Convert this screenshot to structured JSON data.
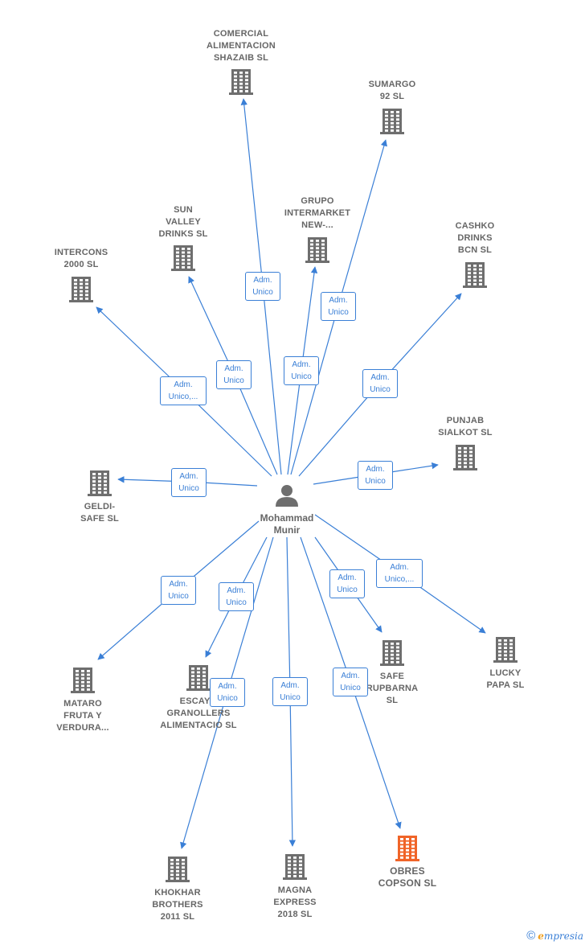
{
  "colors": {
    "edge": "#3a7fd6",
    "building": "#6e6e6e",
    "highlight": "#f06428",
    "label": "#666666"
  },
  "center": {
    "name": "Mohammad\nMunir",
    "icon": "person-icon"
  },
  "companies": [
    {
      "id": "comercial-alimentacion-shazaib",
      "name": "COMERCIAL\nALIMENTACION\nSHAZAIB  SL",
      "role": "Adm.\nUnico"
    },
    {
      "id": "sumargo-92",
      "name": "SUMARGO\n92  SL",
      "role": "Adm.\nUnico"
    },
    {
      "id": "grupo-intermarket",
      "name": "GRUPO\nINTERMARKET\nNEW-...",
      "role": "Adm.\nUnico"
    },
    {
      "id": "sun-valley-drinks",
      "name": "SUN\nVALLEY\nDRINKS  SL",
      "role": "Adm.\nUnico"
    },
    {
      "id": "intercons-2000",
      "name": "INTERCONS\n2000  SL",
      "role": "Adm.\nUnico,..."
    },
    {
      "id": "cashko-drinks-bcn",
      "name": "CASHKO\nDRINKS\nBCN  SL",
      "role": "Adm.\nUnico"
    },
    {
      "id": "punjab-sialkot",
      "name": "PUNJAB\nSIALKOT  SL",
      "role": "Adm.\nUnico"
    },
    {
      "id": "geldi-safe",
      "name": "GELDI-\nSAFE  SL",
      "role": "Adm.\nUnico"
    },
    {
      "id": "mataro-fruta",
      "name": "MATARO\nFRUTA Y\nVERDURA...",
      "role": "Adm.\nUnico"
    },
    {
      "id": "escayo-granollers",
      "name": "ESCAYO\nGRANOLLERS\nALIMENTACIO SL",
      "role": "Adm.\nUnico"
    },
    {
      "id": "safe-rupbarna",
      "name": "SAFE\nRUPBARNA\nSL",
      "role": "Adm.\nUnico"
    },
    {
      "id": "lucky-papa",
      "name": "LUCKY\nPAPA  SL",
      "role": "Adm.\nUnico,..."
    },
    {
      "id": "khokhar-brothers",
      "name": "KHOKHAR\nBROTHERS\n2011  SL",
      "role": "Adm.\nUnico"
    },
    {
      "id": "magna-express",
      "name": "MAGNA\nEXPRESS\n2018  SL",
      "role": "Adm.\nUnico"
    },
    {
      "id": "obres-copson",
      "name": "OBRES\nCOPSON  SL",
      "role": "Adm.\nUnico",
      "highlight": true
    }
  ],
  "footer": {
    "copyright": "©",
    "brand_initial": "e",
    "brand_rest": "mpresia"
  }
}
